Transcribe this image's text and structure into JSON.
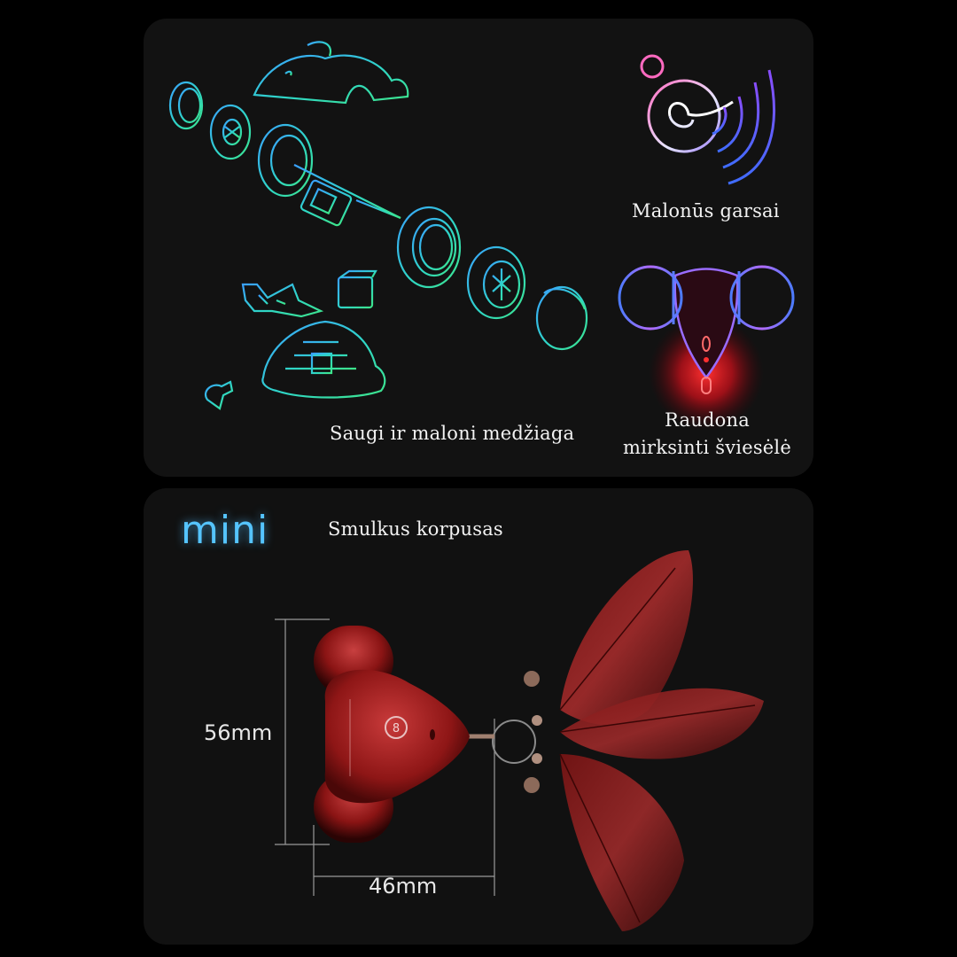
{
  "top_panel": {
    "caption_material": "Saugi ir maloni medžiaga",
    "caption_sounds": "Malonūs garsai",
    "caption_light_line1": "Raudona",
    "caption_light_line2": "mirksinti šviesėlė"
  },
  "bottom_panel": {
    "brand_word": "mini",
    "caption_body": "Smulkus korpusas",
    "height_label": "56mm",
    "width_label": "46mm"
  },
  "colors": {
    "background": "#000000",
    "panel": "#121212",
    "exploded_blue": "#3fa9ff",
    "exploded_green": "#38e0a0",
    "toy_red": "#9a1e1e",
    "led_red": "#ff2a2a"
  }
}
